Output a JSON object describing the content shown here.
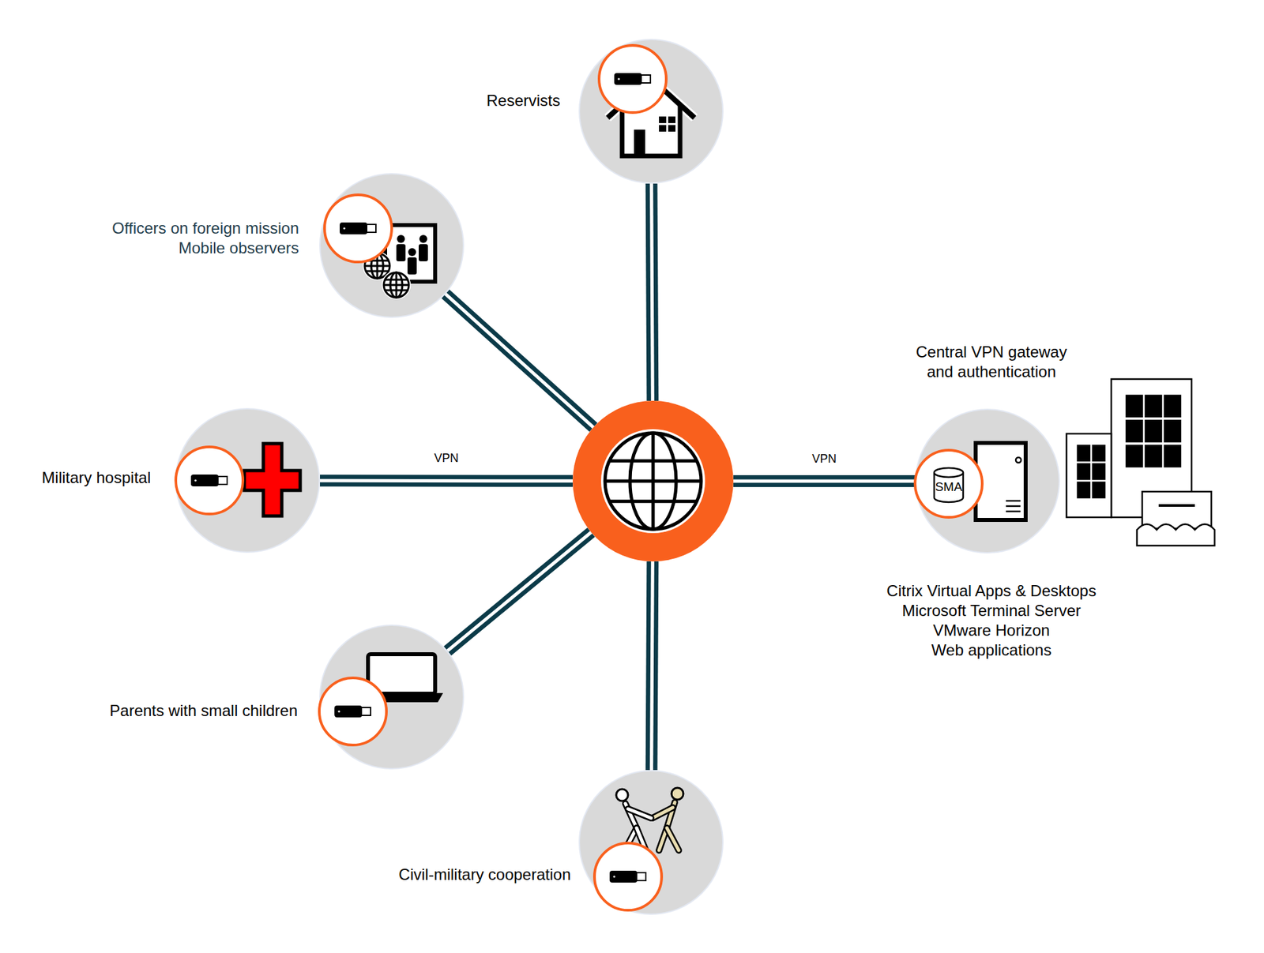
{
  "diagram": {
    "nodes": [
      {
        "text": [
          "Reservists"
        ]
      },
      {
        "text": [
          "Officers on foreign mission",
          "Mobile observers"
        ]
      },
      {
        "text": [
          "Military hospital"
        ]
      },
      {
        "text": []
      },
      {
        "text": [
          "Central VPN gateway and authentication",
          "Citrix Virtual Apps & Desktops",
          "Microsoft Terminal Server",
          "VMware Horizon",
          "Web applications"
        ]
      },
      {
        "text": [
          "SMA"
        ],
        "in": 4
      },
      {
        "text": [
          "Parents with small children"
        ]
      },
      {
        "text": [
          "Civil-military cooperation"
        ]
      }
    ],
    "edges": [
      {
        "from": 3,
        "to": 0,
        "arrow": "none"
      },
      {
        "from": 3,
        "to": 1,
        "arrow": "none"
      },
      {
        "from": 3,
        "to": 2,
        "arrow": "none",
        "label": "VPN"
      },
      {
        "from": 3,
        "to": 4,
        "arrow": "none",
        "label": "VPN"
      },
      {
        "from": 3,
        "to": 6,
        "arrow": "none"
      },
      {
        "from": 3,
        "to": 7,
        "arrow": "none"
      }
    ]
  }
}
